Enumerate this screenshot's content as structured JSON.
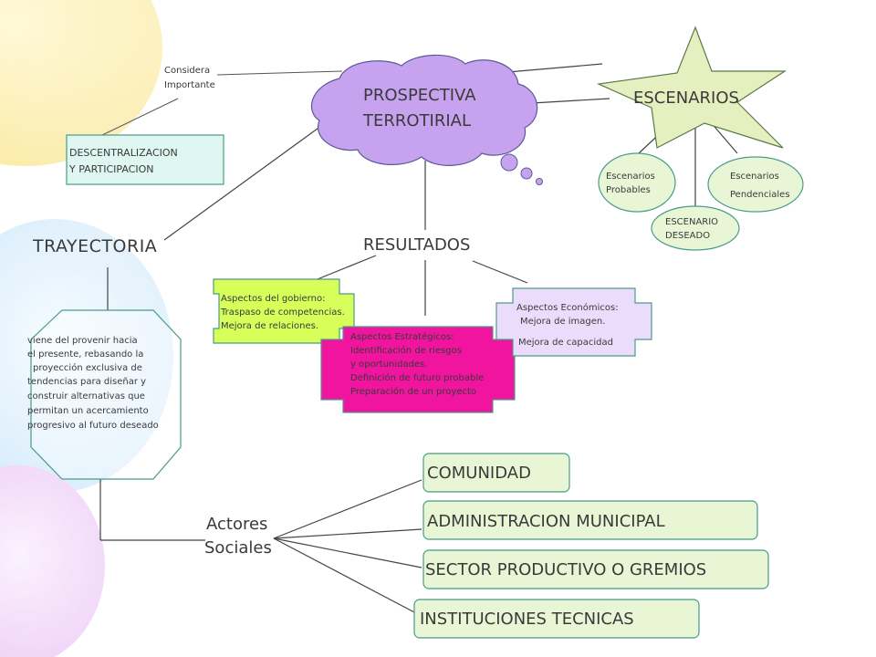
{
  "center": {
    "title_line1": "PROSPECTIVA",
    "title_line2": "TERROTIRIAL"
  },
  "considera": {
    "line1": "Considera",
    "line2": "Importante"
  },
  "descentralizacion": {
    "line1": "DESCENTRALIZACION",
    "line2": "Y PARTICIPACION"
  },
  "escenarios": {
    "title": "ESCENARIOS",
    "probables": {
      "line1": "Escenarios",
      "line2": "Probables"
    },
    "deseado": {
      "line1": "ESCENARIO",
      "line2": "DESEADO"
    },
    "pendenciales": {
      "line1": "Escenarios",
      "line2": "Pendenciales"
    }
  },
  "trayectoria": {
    "title": "TRAYECTORIA",
    "text": [
      "viene del provenir hacia",
      "el presente, rebasando la",
      "proyección exclusiva de",
      "tendencias para diseñar y",
      "construir alternativas que",
      "permitan un acercamiento",
      "progresivo al futuro deseado"
    ]
  },
  "resultados": {
    "title": "RESULTADOS",
    "gobierno": [
      "Aspectos del gobierno:",
      "Traspaso de competencias.",
      "Mejora de relaciones."
    ],
    "estrategicos": [
      "Aspectos Estratégicos:",
      "Identificación de riesgos",
      "y oportunidades.",
      "Definición de futuro probable",
      "Preparación de un proyecto"
    ],
    "economicos": [
      "Aspectos Económicos:",
      "Mejora de imagen.",
      "Mejora de capacidad"
    ]
  },
  "actores": {
    "line1": "Actores",
    "line2": "Sociales",
    "items": [
      "COMUNIDAD",
      "ADMINISTRACION MUNICIPAL",
      "SECTOR PRODUCTIVO O GREMIOS",
      "INSTITUCIONES TECNICAS"
    ]
  },
  "colors": {
    "cloud": "#c7a3ef",
    "star": "#e6efc0",
    "ellipse": "#e9f6d6",
    "gobierno": "#d6ff5a",
    "estrategicos": "#f0149e",
    "economicos": "#ecdcfb",
    "border": "#4a9a8a"
  }
}
